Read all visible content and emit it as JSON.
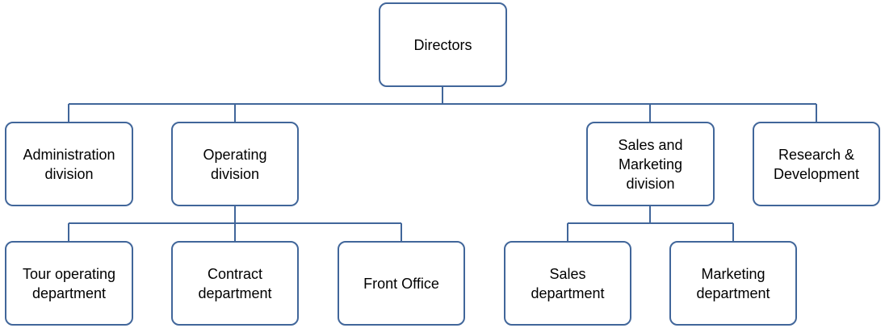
{
  "diagram": {
    "nodes": {
      "directors": "Directors",
      "administration": "Administration\ndivision",
      "operating": "Operating\ndivision",
      "sales_marketing": "Sales and\nMarketing\ndivision",
      "research": "Research &\nDevelopment",
      "tour_operating": "Tour operating\ndepartment",
      "contract": "Contract\ndepartment",
      "front_office": "Front Office",
      "sales": "Sales\ndepartment",
      "marketing": "Marketing\ndepartment"
    },
    "edges": [
      [
        "directors",
        "administration"
      ],
      [
        "directors",
        "operating"
      ],
      [
        "directors",
        "sales_marketing"
      ],
      [
        "directors",
        "research"
      ],
      [
        "operating",
        "tour_operating"
      ],
      [
        "operating",
        "contract"
      ],
      [
        "operating",
        "front_office"
      ],
      [
        "sales_marketing",
        "sales"
      ],
      [
        "sales_marketing",
        "marketing"
      ]
    ],
    "colors": {
      "border": "#41669a",
      "connector": "#41669a",
      "text": "#000000",
      "background": "#ffffff"
    }
  }
}
